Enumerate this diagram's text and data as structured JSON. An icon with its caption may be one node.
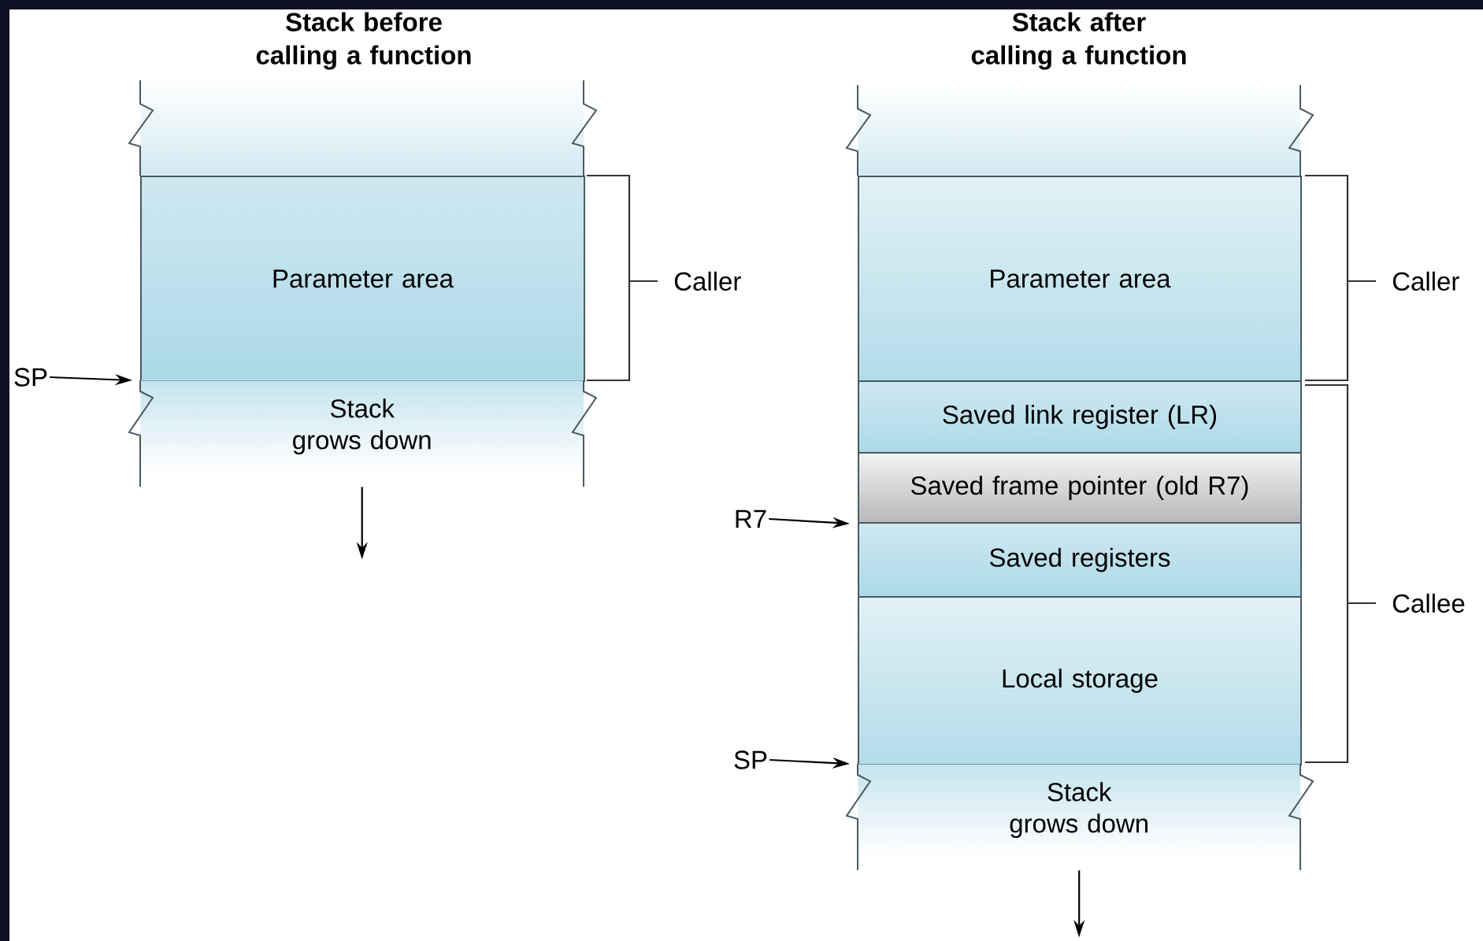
{
  "diagram": {
    "nodes": [
      {
        "text": [],
        "shape": "box",
        "beside": [
          "Stack before calling a function"
        ]
      },
      {
        "text": [
          "Parameter area"
        ]
      },
      {
        "text": [
          "Stack grows down"
        ]
      },
      {
        "text": [
          "SP"
        ]
      },
      {
        "text": [],
        "shape": "box",
        "beside": [
          "Stack after calling a function"
        ]
      },
      {
        "text": [
          "Parameter area"
        ]
      },
      {
        "text": [
          "Saved link register (LR)"
        ]
      },
      {
        "text": [
          "Saved frame pointer (old R7)"
        ]
      },
      {
        "text": [
          "Saved registers"
        ]
      },
      {
        "text": [
          "Local storage"
        ]
      },
      {
        "text": [
          "Stack grows down"
        ]
      },
      {
        "text": [
          "R7"
        ]
      },
      {
        "text": [
          "SP"
        ]
      }
    ],
    "edges": [
      {
        "from": 3,
        "to": 2,
        "arrow": "to"
      },
      {
        "from": 2,
        "to": null,
        "arrow": "to"
      },
      {
        "from": 11,
        "to": 7,
        "arrow": "to"
      },
      {
        "from": 12,
        "to": 10,
        "arrow": "to"
      },
      {
        "from": 10,
        "to": null,
        "arrow": "to"
      }
    ],
    "labels": [
      "Caller",
      "Caller",
      "Callee"
    ]
  }
}
